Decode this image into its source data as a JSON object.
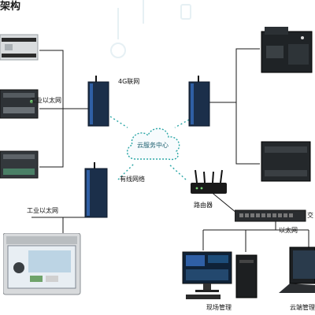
{
  "title": "架构",
  "labels": {
    "ethernet_left_top": "工业以太网",
    "net_4g": "4G联网",
    "cloud_center": "云服务中心",
    "wired_network": "有线网络",
    "ethernet_left_bottom": "工业以太网",
    "router": "路由器",
    "switch_partial": "交",
    "ethernet_right": "以太网",
    "site_management": "现场管理",
    "cloud_management_partial": "云端管理"
  },
  "colors": {
    "line": "#1a1a1a",
    "dotted_link": "#2aa6a6",
    "cloud_fill": "#f7fbfd",
    "cloud_stroke": "#2aa6a6",
    "accent_green": "#8ed39a",
    "device_dark": "#1b2f4a",
    "device_blue": "#2f5fa5"
  },
  "icons": {
    "plc_left_top": "plc-module-icon",
    "plc_left_mid": "plc-module-icon",
    "plc_left_bottom": "plc-module-icon",
    "gateway": "industrial-gateway-icon",
    "plc_right_top": "plc-controller-icon",
    "plc_right_bottom": "plc-box-icon",
    "router": "wifi-router-icon",
    "switch": "network-switch-icon",
    "hmi": "hmi-panel-icon",
    "computer": "desktop-computer-icon",
    "laptop": "laptop-icon"
  }
}
